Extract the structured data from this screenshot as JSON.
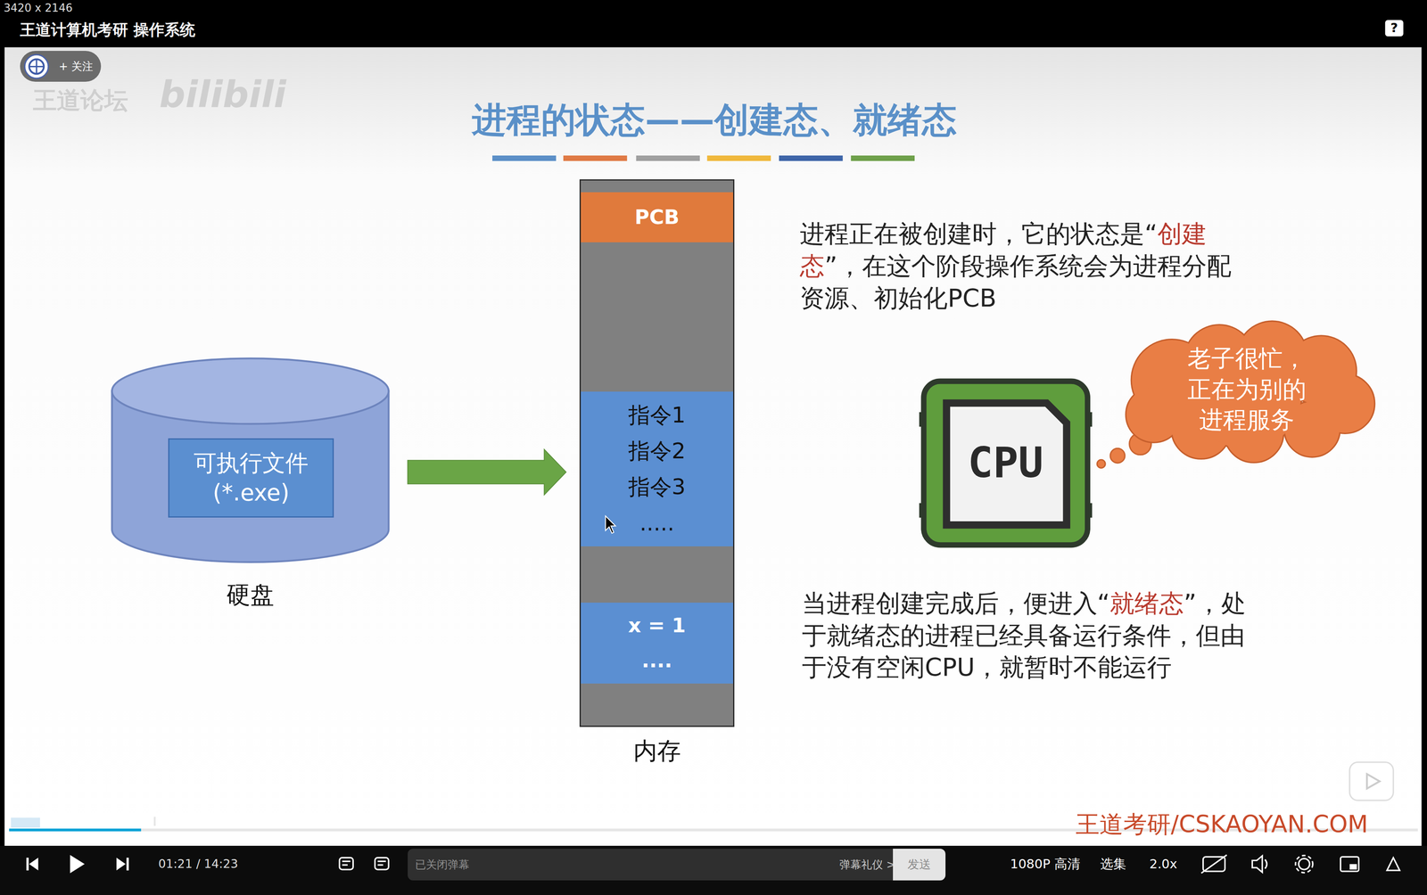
{
  "diagram": {
    "title": "进程的状态——创建态、就绪态",
    "nodes": [
      {
        "text": [
          "+ 关注"
        ]
      },
      {
        "text": [
          "硬盘"
        ]
      },
      {
        "text": [
          "可执行文件 (*.exe)"
        ],
        "in": 1
      },
      {
        "text": [
          "内存"
        ]
      },
      {
        "text": [
          "PCB"
        ],
        "in": 3
      },
      {
        "text": [
          "指令1",
          "指令2",
          "指令3",
          "....."
        ],
        "in": 3
      },
      {
        "text": [
          "x = 1",
          "...."
        ],
        "in": 3
      },
      {
        "text": [
          "CPU"
        ]
      },
      {
        "text": [
          "老子很忙， 正在为别的 进程服务"
        ]
      },
      {
        "text": [
          "已关闭弹幕",
          "弹幕礼仪 >"
        ]
      },
      {
        "text": [
          "发送"
        ]
      }
    ],
    "edges": [
      {
        "from": 1,
        "to": 3,
        "arrow": "to"
      }
    ],
    "labels": [
      "3420 x 2146",
      "王道计算机考研 操作系统",
      "?",
      "王道论坛",
      "bilibili",
      "进程正在被创建时，它的状态是“",
      "创建态",
      "”，在这个阶段操作系统会为进程分配资源、初始化PCB",
      "当进程创建完成后，便进入“",
      "就绪态",
      "”，处于就绪态的进程已经具备运行条件，但由于没有空闲CPU，就暂时不能运行",
      "王道考研/CSKAOYAN.COM",
      "01:21 / 14:23",
      "1080P 高清",
      "选集",
      "2.0x"
    ]
  }
}
